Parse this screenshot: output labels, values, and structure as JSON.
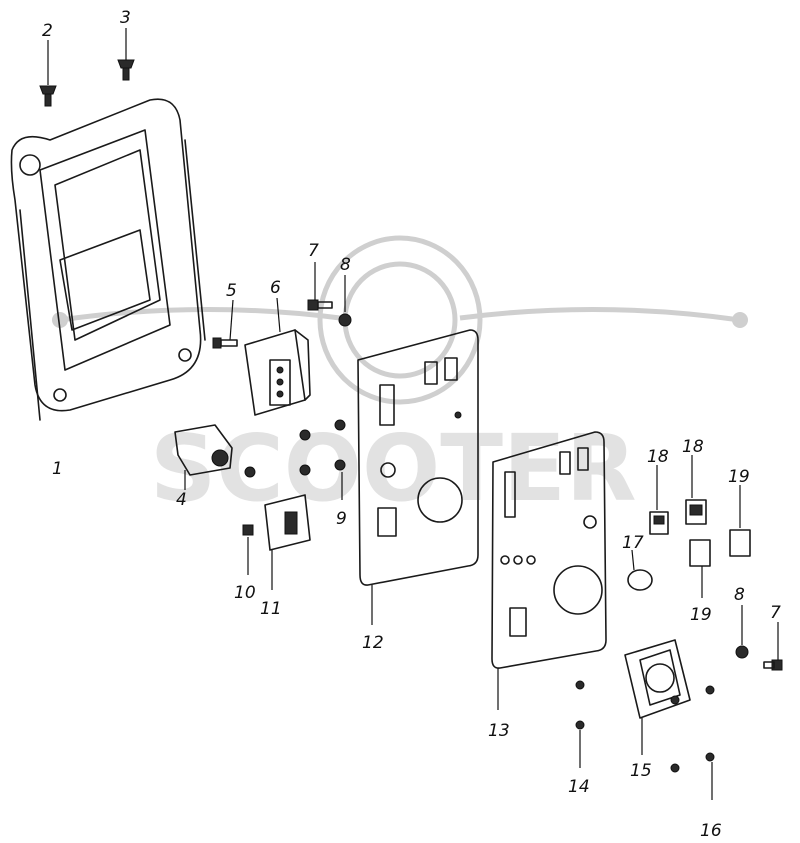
{
  "watermark": {
    "text": "SCOOTER"
  },
  "callouts": [
    "1",
    "2",
    "3",
    "4",
    "5",
    "6",
    "7",
    "8",
    "9",
    "10",
    "11",
    "12",
    "13",
    "14",
    "15",
    "16",
    "17",
    "18",
    "18",
    "19",
    "19",
    "8",
    "7"
  ],
  "colors": {
    "line": "#1a1a1a",
    "watermark": "#d4d4d4"
  }
}
